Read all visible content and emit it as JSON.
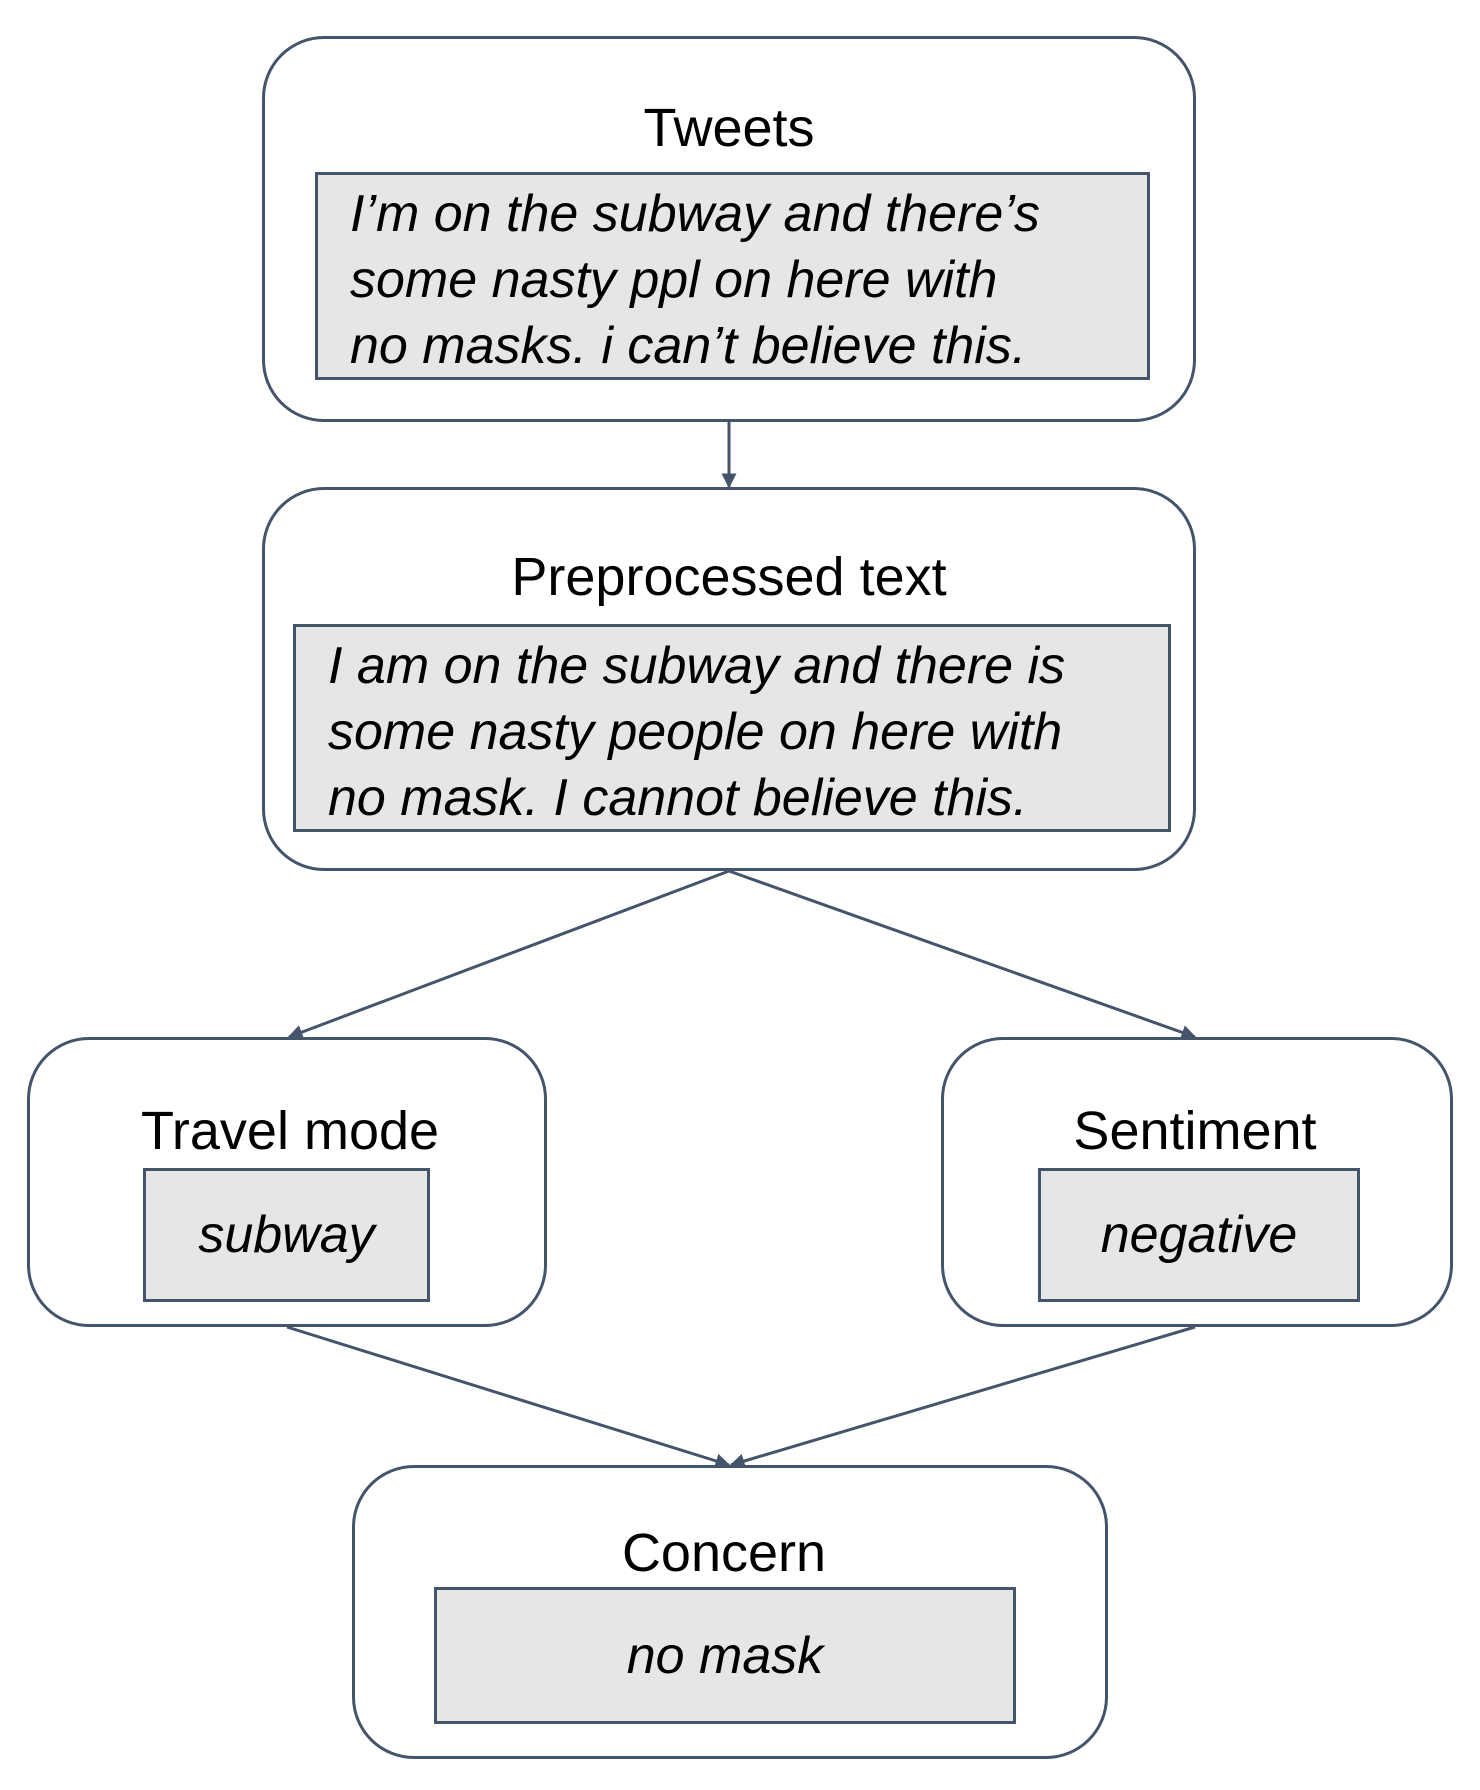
{
  "nodes": {
    "tweets": {
      "title": "Tweets",
      "lines": [
        "I’m on the subway and there’s",
        "some nasty ppl on here with",
        "no masks. i can’t believe this."
      ]
    },
    "preprocessed": {
      "title": "Preprocessed text",
      "lines": [
        "I am on the subway and there is",
        "some nasty people on here with",
        "no mask. I cannot believe this."
      ]
    },
    "travel_mode": {
      "title": "Travel mode",
      "value": "subway"
    },
    "sentiment": {
      "title": "Sentiment",
      "value": "negative"
    },
    "concern": {
      "title": "Concern",
      "value": "no mask"
    }
  },
  "edges": [
    {
      "from": "tweets",
      "to": "preprocessed"
    },
    {
      "from": "preprocessed",
      "to": "travel_mode"
    },
    {
      "from": "preprocessed",
      "to": "sentiment"
    },
    {
      "from": "travel_mode",
      "to": "concern"
    },
    {
      "from": "sentiment",
      "to": "concern"
    }
  ],
  "colors": {
    "border": "#44546a",
    "content_fill": "#e7e6e6",
    "background": "#ffffff"
  }
}
